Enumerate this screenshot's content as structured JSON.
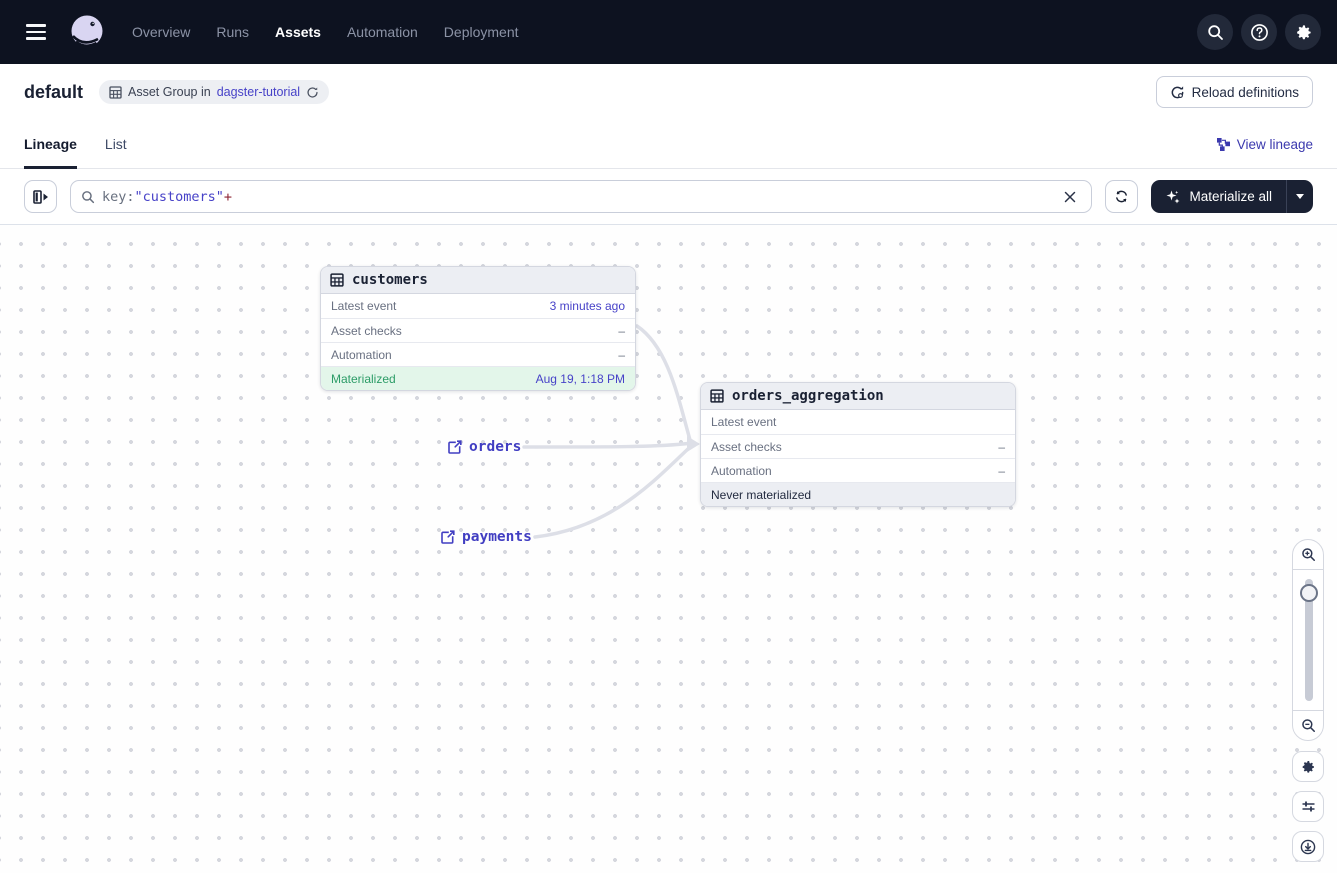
{
  "colors": {
    "nav_bg": "#0D1220",
    "link_indigo": "#4742C8",
    "green": "#2C9C67",
    "green_bg": "#E3F6EA",
    "edge_gray": "#DDDFE7",
    "dark_button": "#1A2133",
    "token_red": "#8E2332"
  },
  "nav": {
    "items": [
      {
        "label": "Overview"
      },
      {
        "label": "Runs"
      },
      {
        "label": "Assets"
      },
      {
        "label": "Automation"
      },
      {
        "label": "Deployment"
      }
    ],
    "active_item": "Assets"
  },
  "header": {
    "title": "default",
    "badge": {
      "text": "Asset Group in",
      "link": "dagster-tutorial"
    },
    "reload_button": "Reload definitions"
  },
  "tabs": {
    "lineage": "Lineage",
    "list": "List",
    "view_lineage": "View lineage"
  },
  "toolbar": {
    "search": {
      "token_key": "key:",
      "token_value": "\"customers\"",
      "token_op": "+"
    },
    "materialize_label": "Materialize all"
  },
  "graph": {
    "nodes": {
      "customers": {
        "title": "customers",
        "rows": [
          {
            "label": "Latest event",
            "value": "3 minutes ago"
          },
          {
            "label": "Asset checks",
            "value": "–"
          },
          {
            "label": "Automation",
            "value": "–"
          }
        ],
        "status": {
          "label": "Materialized",
          "value": "Aug 19, 1:18 PM"
        }
      },
      "orders_aggregation": {
        "title": "orders_aggregation",
        "rows": [
          {
            "label": "Latest event",
            "value": ""
          },
          {
            "label": "Asset checks",
            "value": "–"
          },
          {
            "label": "Automation",
            "value": "–"
          }
        ],
        "status": {
          "label": "Never materialized",
          "value": ""
        }
      }
    },
    "external_assets": {
      "orders": "orders",
      "payments": "payments"
    }
  }
}
